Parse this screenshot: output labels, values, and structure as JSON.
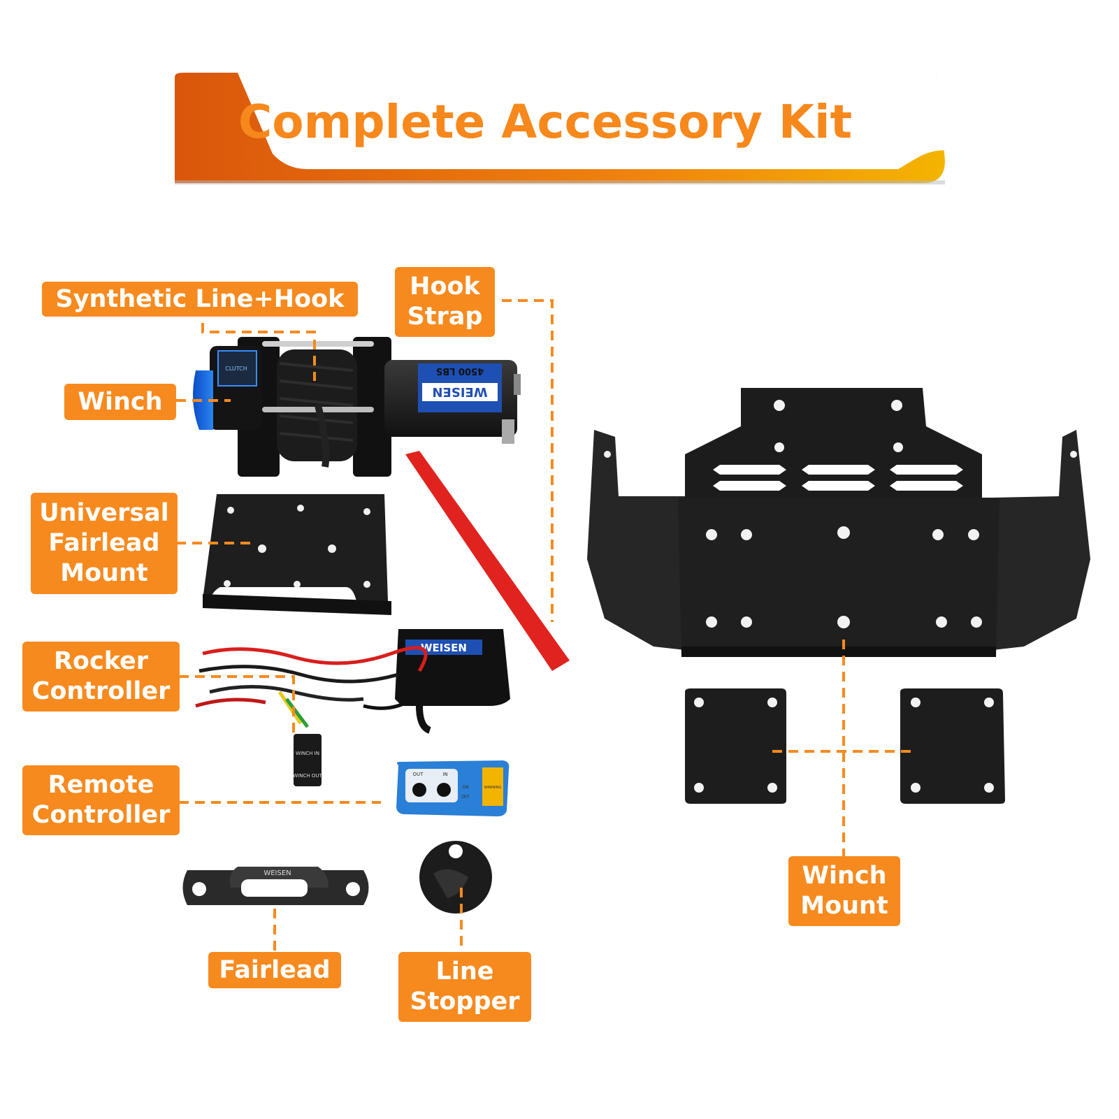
{
  "title": "Complete Accessory Kit",
  "colors": {
    "accent": "#f78a1e",
    "banner_dark": "#d85a0c",
    "banner_light": "#f2b400"
  },
  "labels": {
    "synthetic_line_hook": "Synthetic Line+Hook",
    "hook_strap": [
      "Hook",
      "Strap"
    ],
    "winch": "Winch",
    "universal_fairlead_mount": [
      "Universal",
      "Fairlead",
      "Mount"
    ],
    "rocker_controller": [
      "Rocker",
      "Controller"
    ],
    "remote_controller": [
      "Remote",
      "Controller"
    ],
    "fairlead": "Fairlead",
    "line_stopper": [
      "Line",
      "Stopper"
    ],
    "winch_mount": [
      "Winch",
      "Mount"
    ]
  },
  "product_text": {
    "winch_brand": "WEISEN",
    "winch_capacity": "4500 LBS",
    "box_brand": "WEISEN",
    "fairlead_brand": "WEISEN",
    "clutch": "CLUTCH",
    "remote_out": "OUT",
    "remote_in": "IN",
    "remote_on": "ON",
    "remote_off": "OFF",
    "remote_warning": "WARNING",
    "switch_in": "WINCH IN",
    "switch_out": "WINCH OUT"
  },
  "icons": [
    "winch-image",
    "fairlead-mount-plate-image",
    "hook-strap-image",
    "control-box-image",
    "wiring-harness-image",
    "rocker-switch-image",
    "remote-image",
    "fairlead-image",
    "line-stopper-image",
    "winch-mount-image",
    "spacer-plate-image"
  ]
}
